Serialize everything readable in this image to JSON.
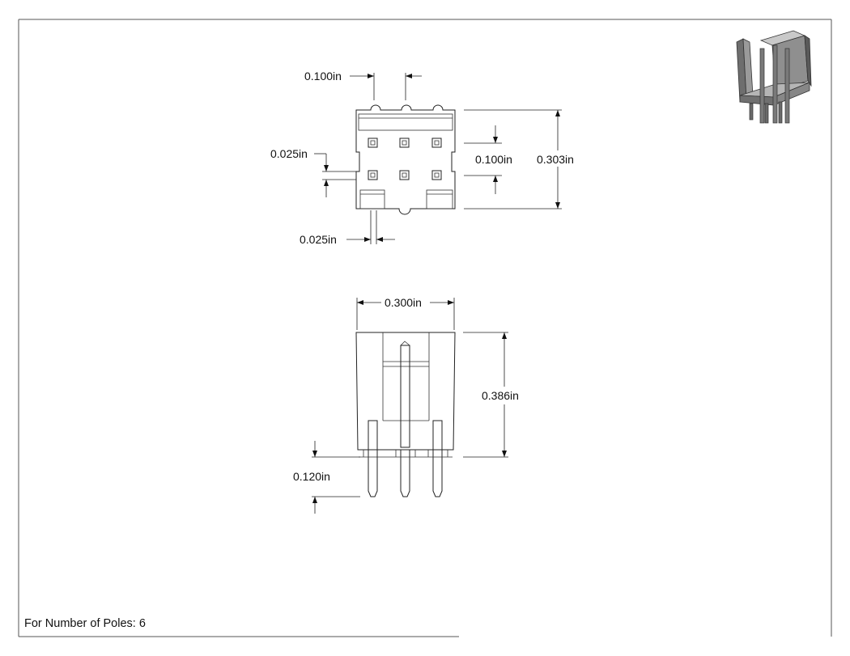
{
  "dimensions": {
    "pitch_top": "0.100in",
    "pin_square": "0.025in",
    "pin_spacing": "0.025in",
    "row_pitch": "0.100in",
    "body_depth": "0.303in",
    "body_width": "0.300in",
    "body_height": "0.386in",
    "pin_length": "0.120in"
  },
  "footer": {
    "poles_label": "For Number of Poles: 6"
  },
  "colors": {
    "line": "#222222",
    "iso_dark": "#555555",
    "iso_mid": "#8a8a8a",
    "iso_light": "#bdbdbd"
  },
  "icons": {
    "iso_view": "3d-connector-icon"
  }
}
